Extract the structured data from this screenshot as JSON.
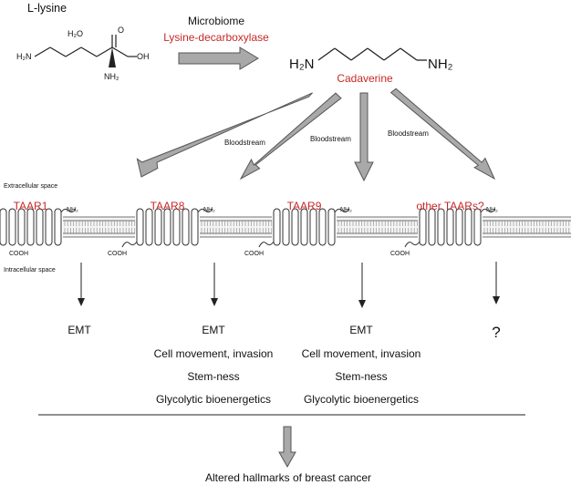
{
  "molecules": {
    "lysine_label": "L-lysine",
    "lysine_atoms": {
      "water": "H₂O",
      "amine_left": "H₂N",
      "carbonyl_o": "O",
      "hydroxyl": "OH",
      "alpha_amine": "NH₂"
    },
    "cadaverine_left_amine": "H₂N",
    "cadaverine_right_amine": "NH₂",
    "cadaverine_name": "Cadaverine"
  },
  "conversion": {
    "agent": "Microbiome",
    "enzyme": "Lysine-decarboxylase"
  },
  "transport_labels": [
    "Bloodstream",
    "Bloodstream",
    "Bloodstream"
  ],
  "compartments": {
    "extracellular": "Extracellular space",
    "intracellular": "Intracellular space"
  },
  "receptor_termini": {
    "n_terminus": "NH₂",
    "c_terminus": "COOH"
  },
  "receptors": [
    {
      "name": "TAAR1",
      "effects": [
        "EMT"
      ]
    },
    {
      "name": "TAAR8",
      "effects": [
        "EMT",
        "Cell movement, invasion",
        "Stem-ness",
        "Glycolytic bioenergetics"
      ]
    },
    {
      "name": "TAAR9",
      "effects": [
        "EMT",
        "Cell movement, invasion",
        "Stem-ness",
        "Glycolytic bioenergetics"
      ]
    },
    {
      "name": "other TAARs?",
      "effects": [
        "?"
      ]
    }
  ],
  "conclusion": "Altered hallmarks of breast cancer",
  "colors": {
    "highlight": "#c62828",
    "arrow_fill": "#a9a9a9",
    "arrow_stroke": "#555555"
  }
}
